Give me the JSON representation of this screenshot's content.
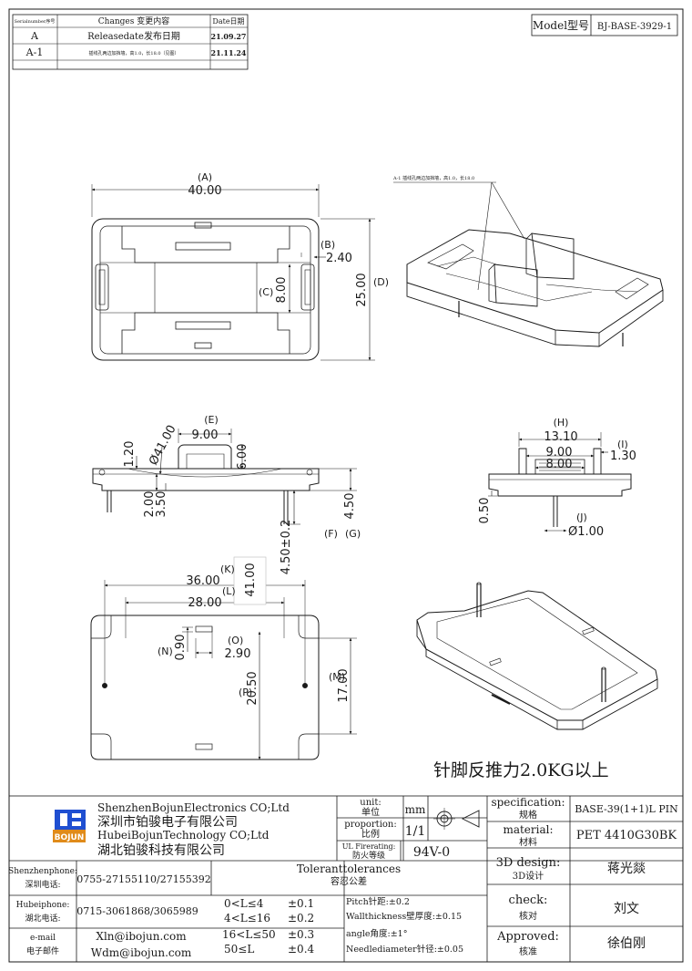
{
  "revision_table": {
    "headers": [
      "Serialnumber序号",
      "Changes  变更内容",
      "Date日期"
    ],
    "rows": [
      {
        "serial": "A",
        "change": "Releasedate发布日期",
        "date": "21.09.27"
      },
      {
        "serial": "A-1",
        "change": "插线孔两边加挡墙，高1.0，长18.0（见图）",
        "date": "21.11.24"
      }
    ]
  },
  "model": {
    "label": "Model型号",
    "value": "BJ-BASE-3929-1"
  },
  "top_view": {
    "labels": [
      "(A)",
      "40.00",
      "(B)",
      "2.40",
      "(C)",
      "8.00",
      "25.00",
      "(D)"
    ]
  },
  "iso_note": "A-1 插线孔两边加挡墙，高1.0，长18.0",
  "front_view": {
    "labels": [
      "(E)",
      "9.00",
      "Ø41.00",
      "1.20",
      "6.00",
      "2.00",
      "3.50",
      "4.50",
      "4.50±0.2",
      "(F)",
      "(G)"
    ]
  },
  "side_view": {
    "labels": [
      "(H)",
      "13.10",
      "(I)",
      "1.30",
      "9.00",
      "8.00",
      "0.50",
      "(J)",
      "Ø1.00"
    ]
  },
  "bottom_view": {
    "labels": [
      "(K)",
      "41.00",
      "36.00",
      "(L)",
      "28.00",
      "(N)",
      "0.90",
      "(O)",
      "2.90",
      "(P)",
      "20.50",
      "(M)",
      "17.00"
    ]
  },
  "note": "针脚反推力2.0KG以上",
  "title_block": {
    "company_en_1": "ShenzhenBojunElectronics CO;Ltd",
    "company_cn_1": "深圳市铂骏电子有限公司",
    "company_en_2": "HubeiBojunTechnology CO;Ltd",
    "company_cn_2": "湖北铂骏科技有限公司",
    "logo_text": "BOJUN",
    "unit_label": "unit:",
    "unit_label_cn": "单位",
    "unit_value": "mm",
    "proportion_label": "proportion:",
    "proportion_label_cn": "比例",
    "proportion_value": "1/1",
    "ul_label": "UL Firerating:",
    "ul_label_cn": "防火等级",
    "ul_value": "94V-0",
    "spec_label": "specification:",
    "spec_label_cn": "规格",
    "spec_value": "BASE-39(1+1)L PIN",
    "material_label": "material:",
    "material_label_cn": "材料",
    "material_value": "PET 4410G30BK",
    "design_label": "3D design:",
    "design_label_cn": "3D设计",
    "design_value": "蒋光燚",
    "check_label": "check:",
    "check_label_cn": "核对",
    "check_value": "刘文",
    "approved_label": "Approved:",
    "approved_label_cn": "核准",
    "approved_value": "徐伯刚",
    "contacts": [
      {
        "label": "Shenzhenphone:",
        "label_cn": "深圳电话:",
        "value": "0755-27155110/27155392"
      },
      {
        "label": "Hubeiphone:",
        "label_cn": "湖北电话:",
        "value": "0715-3061868/3065989"
      },
      {
        "label": "e-mail",
        "label_cn": "电子邮件",
        "value": "Xln@ibojun.com",
        "value2": "Wdm@ibojun.com"
      }
    ],
    "tolerance_title": "Toleranttolerances",
    "tolerance_title_cn": "容忍公差",
    "tolerances": [
      {
        "range": "0<L≤4",
        "value": "±0.1"
      },
      {
        "range": "4<L≤16",
        "value": "±0.2"
      },
      {
        "range": "16<L≤50",
        "value": "±0.3"
      },
      {
        "range": "50≤L",
        "value": "±0.4"
      }
    ],
    "specs": [
      "Pitch针距:±0.2",
      "Wallthickness壁厚度:±0.15",
      "angle角度:±1°",
      "Needlediameter针径:±0.05"
    ]
  },
  "colors": {
    "ink": "#1a1a1a",
    "logo_blue": "#1f4fd1",
    "logo_orange": "#e08b1a"
  }
}
